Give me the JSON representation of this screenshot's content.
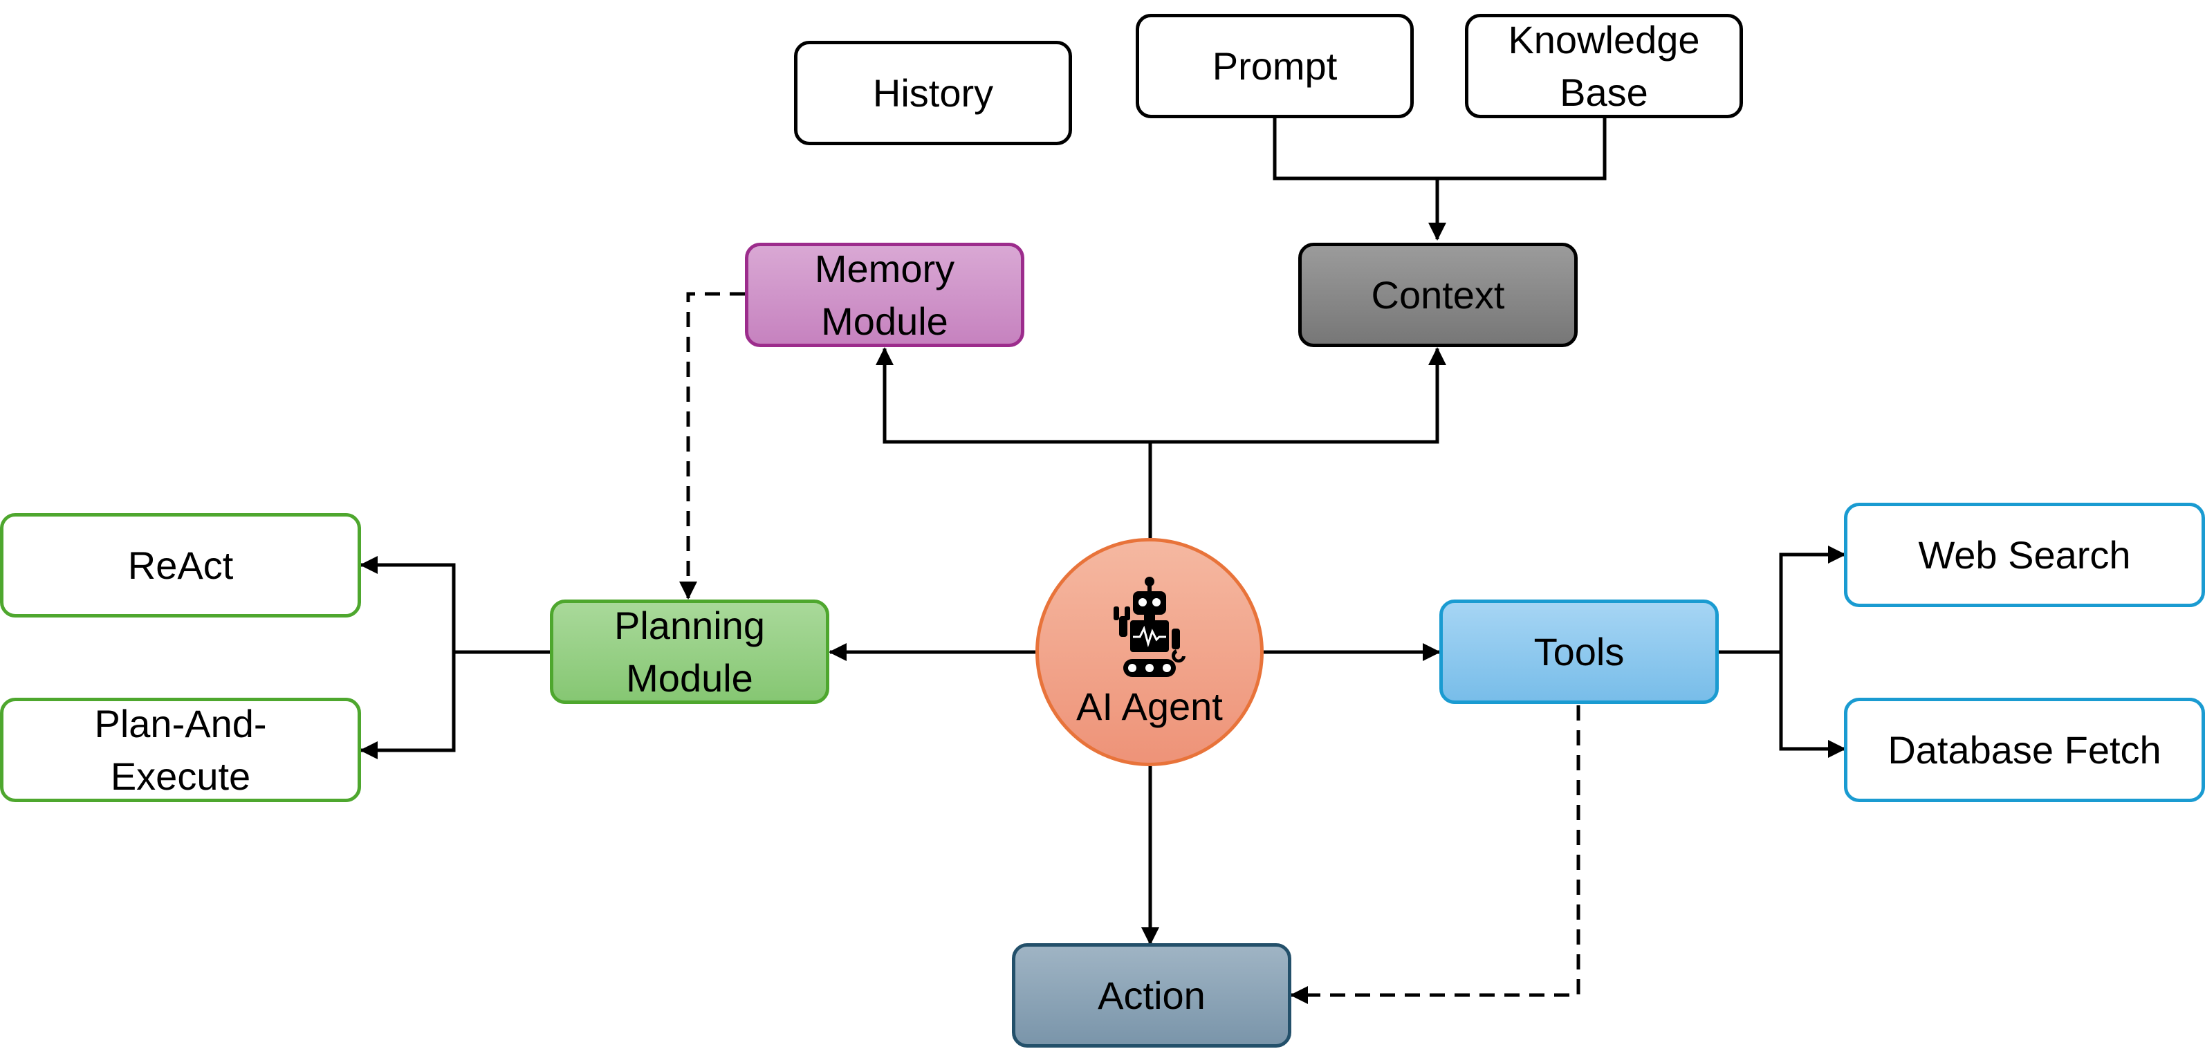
{
  "diagram": {
    "nodes": {
      "history": "History",
      "prompt": "Prompt",
      "knowledge_base": "Knowledge\nBase",
      "memory_module": "Memory\nModule",
      "context": "Context",
      "react": "ReAct",
      "plan_and_execute": "Plan-And-\nExecute",
      "planning_module": "Planning\nModule",
      "ai_agent": "AI Agent",
      "tools": "Tools",
      "web_search": "Web Search",
      "database_fetch": "Database Fetch",
      "action": "Action"
    },
    "icons": {
      "agent_icon": "robot-icon"
    },
    "colors": {
      "memory_border": "#9c2c8c",
      "planning_border": "#4ea72e",
      "tools_border": "#1a9bd1",
      "agent_border": "#e8733a",
      "action_border": "#23506a"
    }
  }
}
